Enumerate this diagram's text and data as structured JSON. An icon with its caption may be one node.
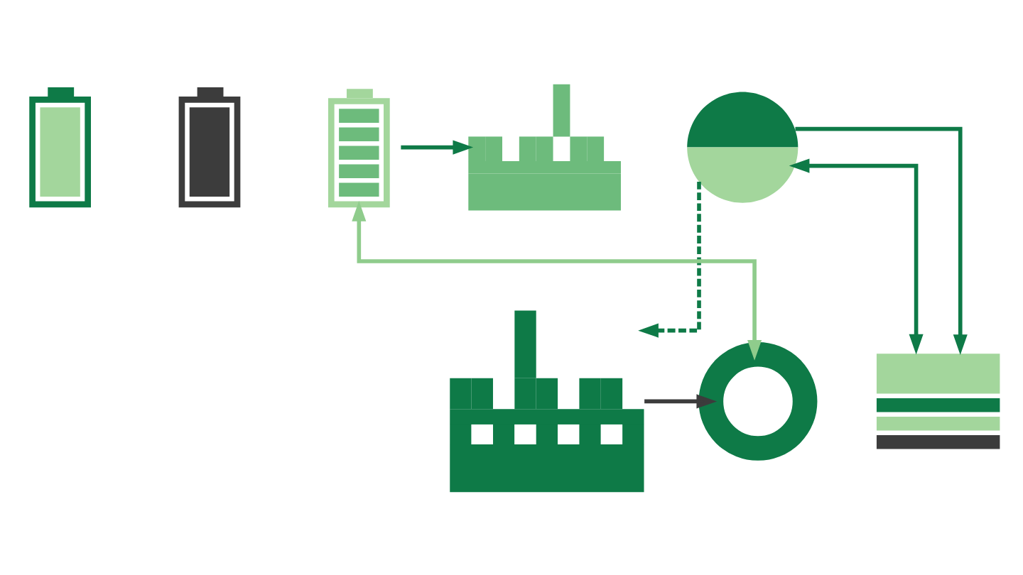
{
  "diagram": {
    "nodes": [
      {
        "text": [],
        "shape": "battery"
      },
      {
        "text": [],
        "shape": "battery"
      },
      {
        "text": [],
        "shape": "battery"
      },
      {
        "text": [],
        "shape": "factory"
      },
      {
        "text": [],
        "shape": "circle"
      },
      {
        "text": [],
        "shape": "factory"
      },
      {
        "text": [],
        "shape": "donut"
      },
      {
        "text": [],
        "shape": "layers"
      }
    ],
    "edges": [
      {
        "from": 2,
        "to": 3,
        "arrow": "to"
      },
      {
        "from": 6,
        "to": 2,
        "arrow": "both",
        "color": "#8fcc8c"
      },
      {
        "from": 4,
        "to": 5,
        "arrow": "to",
        "style": "dashed"
      },
      {
        "from": 4,
        "to": 7,
        "arrow": "to"
      },
      {
        "from": 7,
        "to": 4,
        "arrow": "both"
      },
      {
        "from": 5,
        "to": 6,
        "arrow": "to",
        "color": "#3c3c3c"
      }
    ]
  }
}
